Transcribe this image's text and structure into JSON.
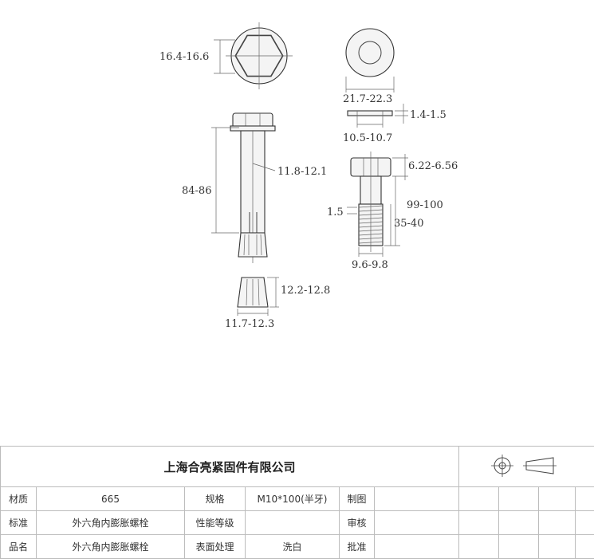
{
  "dimensions": {
    "hex_across_flats": "16.4-16.6",
    "washer_outer_diameter": "21.7-22.3",
    "washer_thickness": "1.4-1.5",
    "washer_inner_diameter": "10.5-10.7",
    "sleeve_length": "84-86",
    "sleeve_diameter": "11.8-12.1",
    "head_height": "6.22-6.56",
    "bolt_length": "99-100",
    "thread_pitch": "1.5",
    "thread_length": "35-40",
    "thread_diameter": "9.6-9.8",
    "cone_height": "12.2-12.8",
    "cone_diameter": "11.7-12.3"
  },
  "title_block": {
    "company": "上海合亮紧固件有限公司",
    "rows": [
      {
        "label1": "材质",
        "value1": "665",
        "label2": "规格",
        "value2": "M10*100(半牙)",
        "label3": "制图"
      },
      {
        "label1": "标准",
        "value1": "外六角内膨胀螺栓",
        "label2": "性能等级",
        "value2": "",
        "label3": "审核"
      },
      {
        "label1": "品名",
        "value1": "外六角内膨胀螺栓",
        "label2": "表面处理",
        "value2": "洗白",
        "label3": "批准"
      }
    ]
  },
  "colors": {
    "line": "#444444",
    "grid": "#bcbcbc"
  }
}
